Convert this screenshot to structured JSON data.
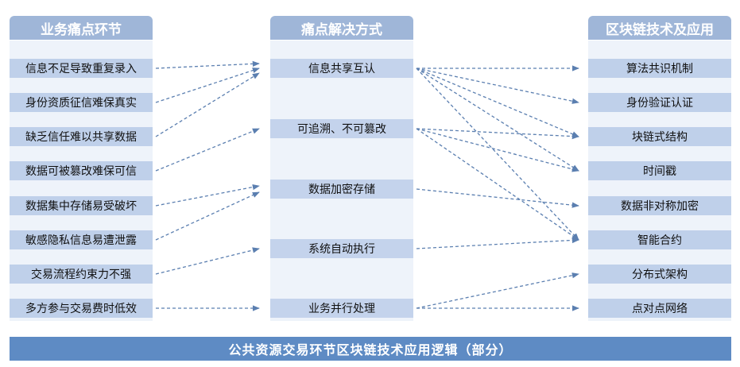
{
  "headers": {
    "left": "业务痛点环节",
    "middle": "痛点解决方式",
    "right": "区块链技术及应用"
  },
  "pain_points": [
    "信息不足导致重复录入",
    "身份资质征信难保真实",
    "缺乏信任难以共享数据",
    "数据可被篡改难保可信",
    "数据集中存储易受破坏",
    "敏感隐私信息易遭泄露",
    "交易流程约束力不强",
    "多方参与交易费时低效"
  ],
  "solutions": [
    "信息共享互认",
    "可追溯、不可篡改",
    "数据加密存储",
    "系统自动执行",
    "业务并行处理"
  ],
  "technologies": [
    "算法共识机制",
    "身份验证认证",
    "块链式结构",
    "时间戳",
    "数据非对称加密",
    "智能合约",
    "分布式架构",
    "点对点网络"
  ],
  "left_links": [
    [
      0,
      0
    ],
    [
      1,
      0
    ],
    [
      2,
      0
    ],
    [
      3,
      1
    ],
    [
      4,
      2
    ],
    [
      5,
      2
    ],
    [
      6,
      3
    ],
    [
      7,
      4
    ]
  ],
  "right_links": [
    [
      0,
      0
    ],
    [
      0,
      1
    ],
    [
      0,
      2
    ],
    [
      0,
      3
    ],
    [
      0,
      5
    ],
    [
      1,
      2
    ],
    [
      1,
      3
    ],
    [
      1,
      5
    ],
    [
      2,
      4
    ],
    [
      3,
      5
    ],
    [
      4,
      6
    ],
    [
      4,
      7
    ]
  ],
  "footer": "公共资源交易环节区块链技术应用逻辑（部分）",
  "colors": {
    "header_bg": "#9fb6d8",
    "column_bg": "#eef3fa",
    "box_bg": "#bfd0ea",
    "arrow": "#5b7fb0",
    "footer_bg": "#5e8bc4"
  }
}
